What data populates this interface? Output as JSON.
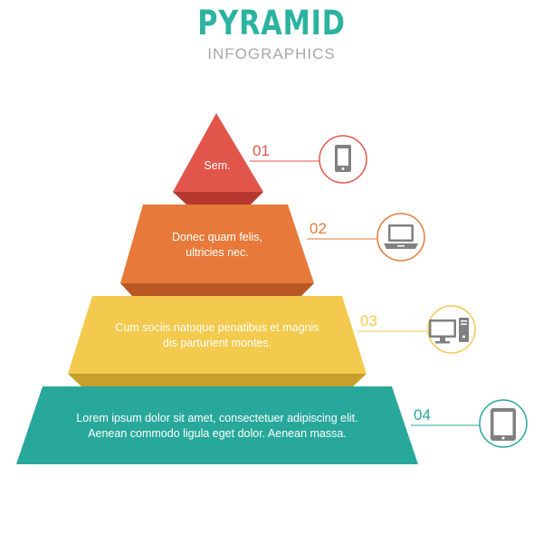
{
  "header": {
    "title": "PYRAMID",
    "subtitle": "INFOGRAPHICS"
  },
  "colors": {
    "title": "#2bb3a0",
    "subtitle": "#a7a7a7",
    "icon": "#808080"
  },
  "tiers": [
    {
      "number": "01",
      "lines": [
        "Sem."
      ],
      "icon": "mobile-phone-icon",
      "color": "#e2554b",
      "shade": "#b6392f"
    },
    {
      "number": "02",
      "lines": [
        "Donec quam felis,",
        "ultricies nec."
      ],
      "icon": "laptop-icon",
      "color": "#e7793a",
      "shade": "#ba5824"
    },
    {
      "number": "03",
      "lines": [
        "Cum sociis natoque penatibus et magnis",
        "dis parturient montes."
      ],
      "icon": "desktop-computer-icon",
      "color": "#f3ca4e",
      "shade": "#c69f2d"
    },
    {
      "number": "04",
      "lines": [
        "Lorem ipsum dolor sit amet, consectetuer adipiscing elit.",
        "Aenean commodo ligula eget dolor. Aenean massa."
      ],
      "icon": "tablet-icon",
      "color": "#27a89a",
      "shade": "#1b7d72"
    }
  ]
}
